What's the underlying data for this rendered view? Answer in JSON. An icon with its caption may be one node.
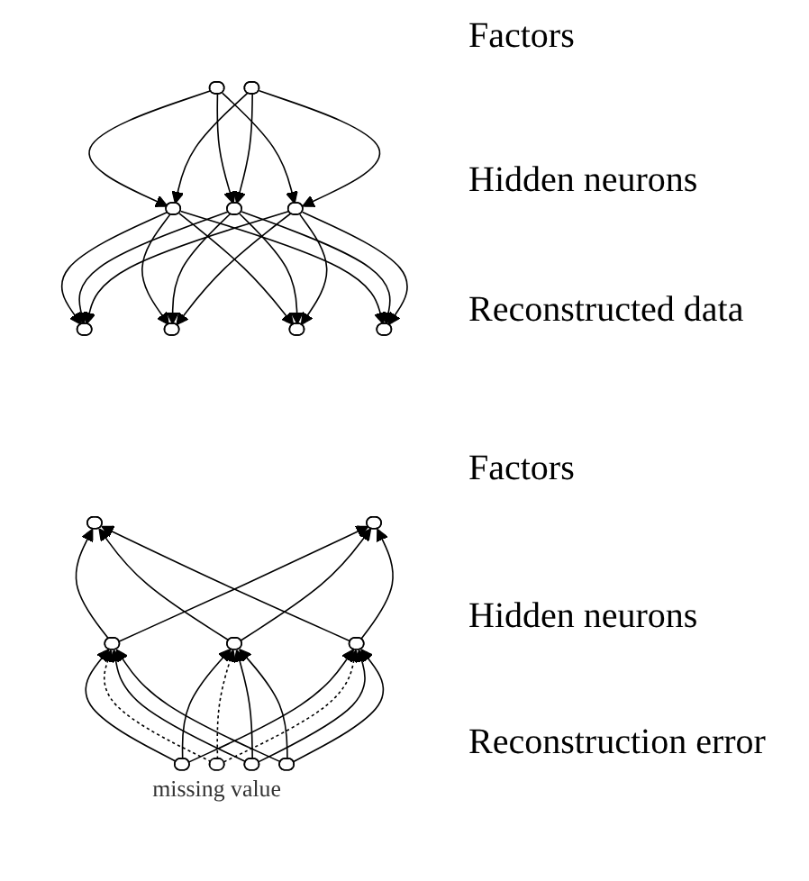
{
  "diagram": {
    "nodes": [
      {
        "text": [],
        "shape": "ellipse"
      },
      {
        "text": [],
        "shape": "ellipse"
      },
      {
        "text": [],
        "shape": "ellipse"
      },
      {
        "text": [],
        "shape": "ellipse"
      },
      {
        "text": [],
        "shape": "ellipse"
      },
      {
        "text": [],
        "shape": "ellipse"
      },
      {
        "text": [],
        "shape": "ellipse"
      },
      {
        "text": [],
        "shape": "ellipse"
      },
      {
        "text": [],
        "shape": "ellipse"
      },
      {
        "text": [],
        "shape": "ellipse"
      },
      {
        "text": [],
        "shape": "ellipse"
      },
      {
        "text": [],
        "shape": "ellipse"
      },
      {
        "text": [],
        "shape": "ellipse"
      },
      {
        "text": [],
        "shape": "ellipse"
      },
      {
        "text": [],
        "shape": "ellipse"
      },
      {
        "text": [],
        "shape": "ellipse",
        "beside": [
          "missing value"
        ]
      },
      {
        "text": [],
        "shape": "ellipse"
      },
      {
        "text": [],
        "shape": "ellipse"
      }
    ],
    "edges": [
      {
        "from": 0,
        "to": 2,
        "arrow": "to"
      },
      {
        "from": 0,
        "to": 3,
        "arrow": "to"
      },
      {
        "from": 0,
        "to": 4,
        "arrow": "to"
      },
      {
        "from": 1,
        "to": 2,
        "arrow": "to"
      },
      {
        "from": 1,
        "to": 3,
        "arrow": "to"
      },
      {
        "from": 1,
        "to": 4,
        "arrow": "to"
      },
      {
        "from": 2,
        "to": 5,
        "arrow": "to"
      },
      {
        "from": 2,
        "to": 6,
        "arrow": "to"
      },
      {
        "from": 2,
        "to": 7,
        "arrow": "to"
      },
      {
        "from": 2,
        "to": 8,
        "arrow": "to"
      },
      {
        "from": 3,
        "to": 5,
        "arrow": "to"
      },
      {
        "from": 3,
        "to": 6,
        "arrow": "to"
      },
      {
        "from": 3,
        "to": 7,
        "arrow": "to"
      },
      {
        "from": 3,
        "to": 8,
        "arrow": "to"
      },
      {
        "from": 4,
        "to": 5,
        "arrow": "to"
      },
      {
        "from": 4,
        "to": 6,
        "arrow": "to"
      },
      {
        "from": 4,
        "to": 7,
        "arrow": "to"
      },
      {
        "from": 4,
        "to": 8,
        "arrow": "to"
      },
      {
        "from": 11,
        "to": 9,
        "arrow": "to"
      },
      {
        "from": 11,
        "to": 10,
        "arrow": "to"
      },
      {
        "from": 12,
        "to": 9,
        "arrow": "to"
      },
      {
        "from": 12,
        "to": 10,
        "arrow": "to"
      },
      {
        "from": 13,
        "to": 9,
        "arrow": "to"
      },
      {
        "from": 13,
        "to": 10,
        "arrow": "to"
      },
      {
        "from": 14,
        "to": 11,
        "arrow": "to"
      },
      {
        "from": 14,
        "to": 12,
        "arrow": "to"
      },
      {
        "from": 14,
        "to": 13,
        "arrow": "to"
      },
      {
        "from": 15,
        "to": 11,
        "arrow": "to",
        "style": "dashed"
      },
      {
        "from": 15,
        "to": 12,
        "arrow": "to",
        "style": "dashed"
      },
      {
        "from": 15,
        "to": 13,
        "arrow": "to",
        "style": "dashed"
      },
      {
        "from": 16,
        "to": 11,
        "arrow": "to"
      },
      {
        "from": 16,
        "to": 12,
        "arrow": "to"
      },
      {
        "from": 16,
        "to": 13,
        "arrow": "to"
      },
      {
        "from": 17,
        "to": 11,
        "arrow": "to"
      },
      {
        "from": 17,
        "to": 12,
        "arrow": "to"
      },
      {
        "from": 17,
        "to": 13,
        "arrow": "to"
      }
    ],
    "labels": [
      "Factors",
      "Hidden neurons",
      "Reconstructed data",
      "Factors",
      "Hidden neurons",
      "Reconstruction error"
    ]
  }
}
